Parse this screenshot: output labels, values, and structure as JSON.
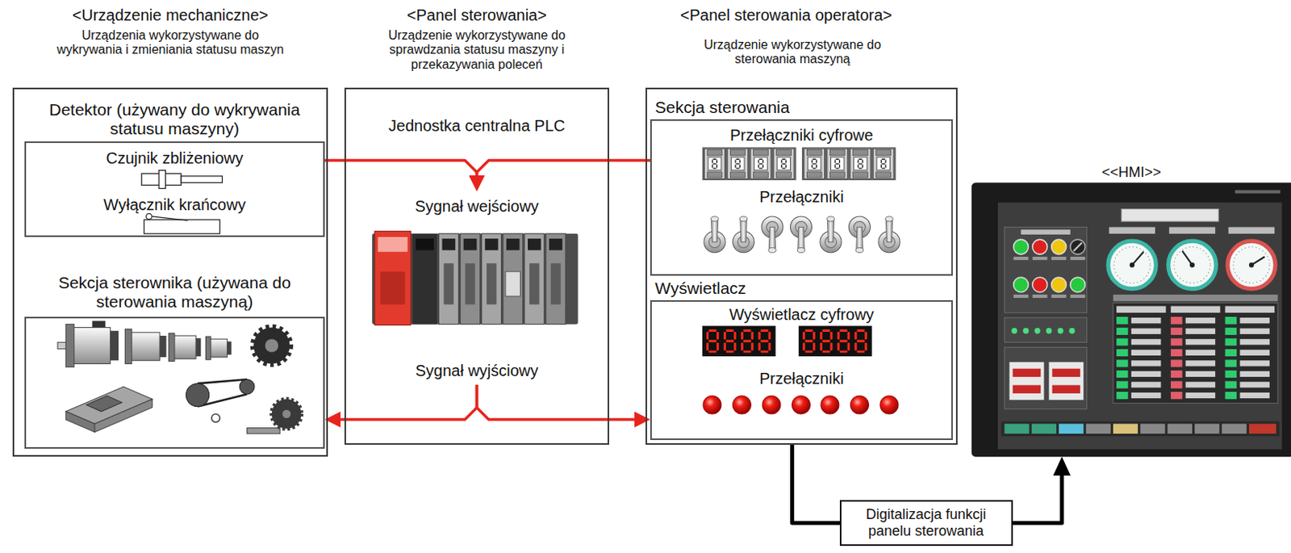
{
  "diagram": {
    "nodes": [
      {
        "text": [
          "<Urządzenie mechaniczne>",
          "Urządzenia wykorzystywane do wykrywania i zmieniania statusu maszyn"
        ]
      },
      {
        "text": [
          "Detektor (używany do wykrywania statusu maszyny)",
          "Czujnik zbliżeniowy",
          "Wyłącznik krańcowy"
        ],
        "in": 0
      },
      {
        "text": [
          "Sekcja sterownika (używana do sterowania maszyną)"
        ],
        "in": 0
      },
      {
        "text": [
          "<Panel sterowania>",
          "Urządzenie wykorzystywane do sprawdzania statusu maszyny i przekazywania poleceń",
          "Jednostka centralna PLC",
          "Sygnał wejściowy",
          "Sygnał wyjściowy"
        ]
      },
      {
        "text": [
          "<Panel sterowania operatora>",
          "Urządzenie wykorzystywane do sterowania maszyną"
        ]
      },
      {
        "text": [
          "Sekcja sterowania",
          "Przełączniki cyfrowe",
          "Przełączniki"
        ],
        "in": 4
      },
      {
        "text": [
          "Wyświetlacz",
          "Wyświetlacz cyfrowy",
          "Przełączniki"
        ],
        "in": 4
      },
      {
        "text": [
          "<<HMI>>"
        ]
      }
    ],
    "edges": [
      {
        "from": 1,
        "to": 3,
        "arrow": "to"
      },
      {
        "from": 5,
        "to": 3,
        "arrow": "to"
      },
      {
        "from": 3,
        "to": 2,
        "arrow": "to"
      },
      {
        "from": 3,
        "to": 6,
        "arrow": "to"
      },
      {
        "from": 4,
        "to": 7,
        "label": "Digitalizacja funkcji panelu sterowania",
        "arrow": "to"
      }
    ]
  }
}
